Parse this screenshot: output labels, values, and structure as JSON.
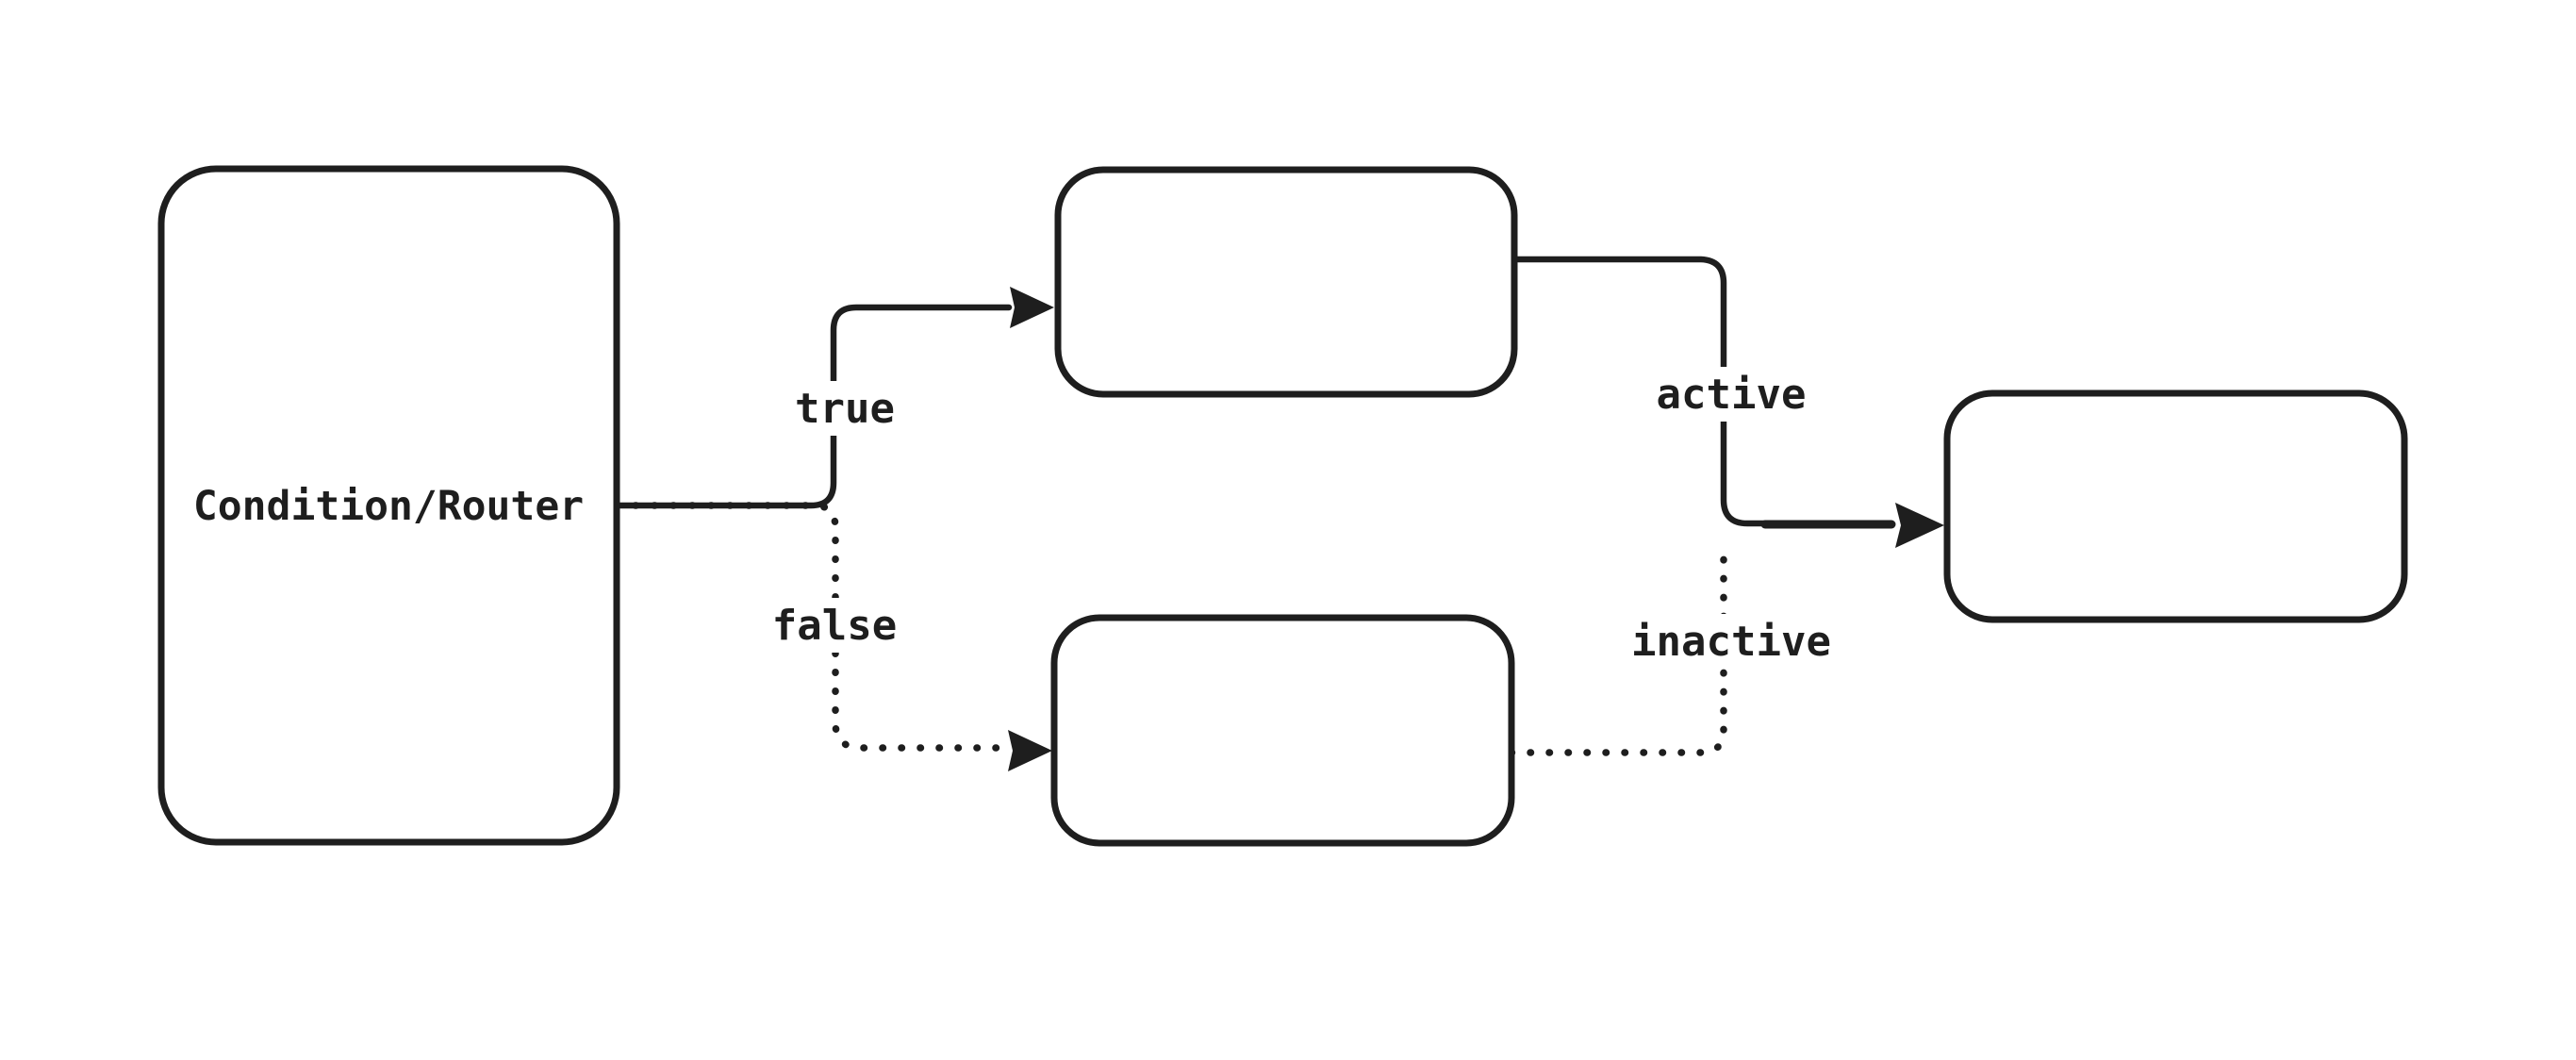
{
  "canvas": {
    "background": "#ffffff",
    "stroke_color": "#1e1e1e"
  },
  "nodes": {
    "condition_router": {
      "label": "Condition/Router"
    },
    "true_target": {
      "label": ""
    },
    "false_target": {
      "label": ""
    },
    "merge_target": {
      "label": ""
    }
  },
  "edges": {
    "true_edge": {
      "label": "true",
      "style": "solid",
      "from": "condition_router",
      "to": "true_target"
    },
    "false_edge": {
      "label": "false",
      "style": "dotted",
      "from": "condition_router",
      "to": "false_target"
    },
    "active_edge": {
      "label": "active",
      "style": "solid",
      "from": "true_target",
      "to": "merge_target"
    },
    "inactive_edge": {
      "label": "inactive",
      "style": "dotted",
      "from": "false_target",
      "to": "merge_target"
    }
  }
}
